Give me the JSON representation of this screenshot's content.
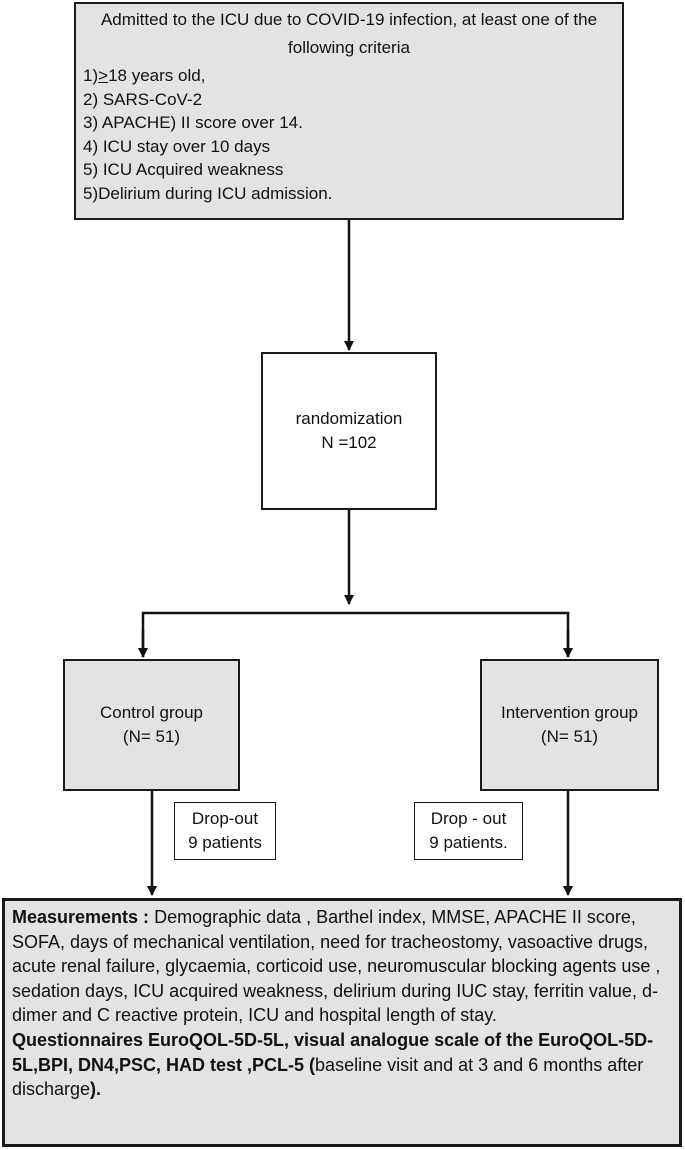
{
  "criteria": {
    "title": "Admitted to the ICU due to COVID-19 infection, at least one of the following criteria",
    "items": [
      {
        "prefix": "1)",
        "sym": ">",
        "rest": "18 years old,"
      },
      {
        "text": "2) SARS-CoV-2"
      },
      {
        "text": "3) APACHE) II score over 14."
      },
      {
        "text": "4) ICU stay over 10 days"
      },
      {
        "text": "5) ICU Acquired weakness"
      },
      {
        "text": "5)Delirium during ICU admission."
      }
    ]
  },
  "randomization": {
    "label": "randomization",
    "n": "N =102"
  },
  "control": {
    "label": "Control group",
    "n": "(N= 51)"
  },
  "intervention": {
    "label": "Intervention group",
    "n": "(N= 51)"
  },
  "dropout_left": {
    "label": "Drop-out",
    "count": "9 patients"
  },
  "dropout_right": {
    "label": "Drop - out",
    "count": "9 patients."
  },
  "measurements": {
    "heading": "Measurements :",
    "body": " Demographic data , Barthel index, MMSE, APACHE II score, SOFA, days of mechanical ventilation, need for tracheostomy, vasoactive drugs, acute renal failure, glycaemia, corticoid use, neuromuscular blocking agents use , sedation days, ICU acquired weakness, delirium during IUC stay, ferritin value, d-dimer and C reactive protein, ICU and hospital length of stay.",
    "q_bold": "Questionnaires  EuroQOL-5D-5L, visual analogue scale of the EuroQOL-5D-5L,BPI, DN4,PSC, HAD test ,PCL-5 (",
    "q_plain": "baseline visit and at 3 and 6 months after discharge",
    "q_end": ")."
  }
}
